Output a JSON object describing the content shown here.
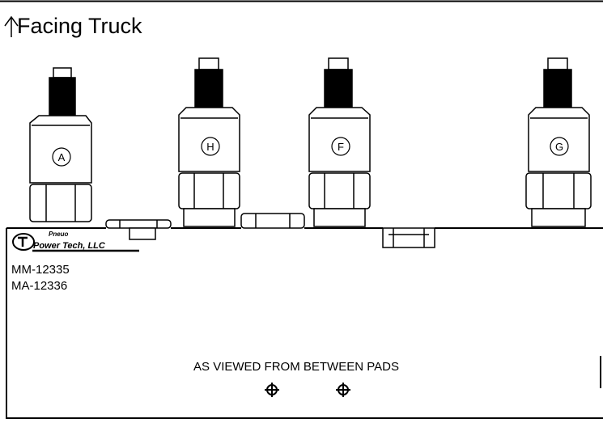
{
  "header": {
    "title": "Facing Truck",
    "arrow_icon": "up-arrow-icon"
  },
  "valves": [
    {
      "label": "A"
    },
    {
      "label": "H"
    },
    {
      "label": "F"
    },
    {
      "label": "G"
    }
  ],
  "logo": {
    "brand": "Power Tech, LLC",
    "sub": "Pneuo"
  },
  "part_numbers": {
    "mm": "MM-12335",
    "ma": "MA-12336"
  },
  "view_note": "AS VIEWED FROM BETWEEN PADS",
  "colors": {
    "line": "#000000",
    "background": "#ffffff"
  }
}
